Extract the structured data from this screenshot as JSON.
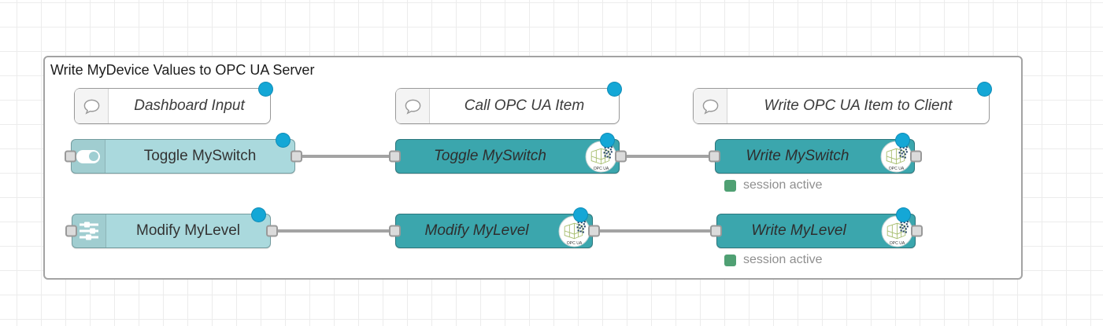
{
  "group": {
    "title": "Write MyDevice Values to OPC UA Server"
  },
  "comments": {
    "dashboard_input": {
      "label": "Dashboard Input"
    },
    "call_opcua_item": {
      "label": "Call OPC UA Item"
    },
    "write_opcua_item": {
      "label": "Write OPC UA Item to Client"
    }
  },
  "nodes": {
    "toggle_dashboard": {
      "label": "Toggle MySwitch"
    },
    "modify_dashboard": {
      "label": "Modify MyLevel"
    },
    "toggle_opcua": {
      "label": "Toggle MySwitch"
    },
    "modify_opcua": {
      "label": "Modify MyLevel"
    },
    "write_switch": {
      "label": "Write MySwitch",
      "status": "session active"
    },
    "write_level": {
      "label": "Write MyLevel",
      "status": "session active"
    }
  },
  "badge": {
    "label": "OPC UA"
  },
  "colors": {
    "node_teal": "#3BA6AD",
    "node_light_teal": "#AAD9DD",
    "changed_indicator_blue": "#14A7D6",
    "status_green": "#4FA073",
    "wire_gray": "#A3A3A3",
    "group_border": "#A3A3A3"
  }
}
